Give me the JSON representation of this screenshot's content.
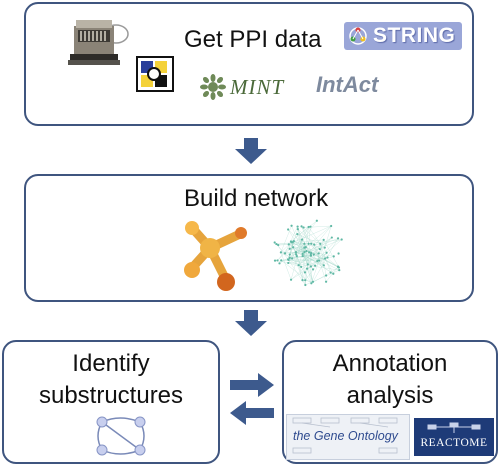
{
  "diagram": {
    "colors": {
      "border": "#3f557f",
      "arrow": "#3d5a8d"
    },
    "steps": [
      {
        "title": "Get PPI data",
        "logos": [
          {
            "name": "lab-instrument-icon",
            "text": ""
          },
          {
            "name": "database-logo-icon",
            "text": ""
          },
          {
            "name": "string-logo",
            "text": "STRING"
          },
          {
            "name": "mint-logo",
            "text": "MINT"
          },
          {
            "name": "intact-logo",
            "text": "IntAct"
          }
        ]
      },
      {
        "title": "Build network",
        "logos": [
          {
            "name": "cytoscape-logo-icon",
            "text": ""
          },
          {
            "name": "network-graph-icon",
            "text": ""
          }
        ]
      },
      {
        "title_lines": [
          "Identify",
          "substructures"
        ],
        "logos": [
          {
            "name": "module-graph-icon",
            "text": ""
          }
        ]
      },
      {
        "title_lines": [
          "Annotation",
          "analysis"
        ],
        "logos": [
          {
            "name": "gene-ontology-logo",
            "text": "the Gene Ontology"
          },
          {
            "name": "reactome-logo",
            "text": "REACTOME"
          }
        ]
      }
    ],
    "arrows": [
      {
        "name": "down-arrow-icon",
        "from": "Get PPI data",
        "to": "Build network"
      },
      {
        "name": "down-arrow-icon",
        "from": "Build network",
        "to": "Identify substructures"
      },
      {
        "name": "right-arrow-icon",
        "from": "Identify substructures",
        "to": "Annotation analysis"
      },
      {
        "name": "left-arrow-icon",
        "from": "Annotation analysis",
        "to": "Identify substructures"
      }
    ]
  }
}
